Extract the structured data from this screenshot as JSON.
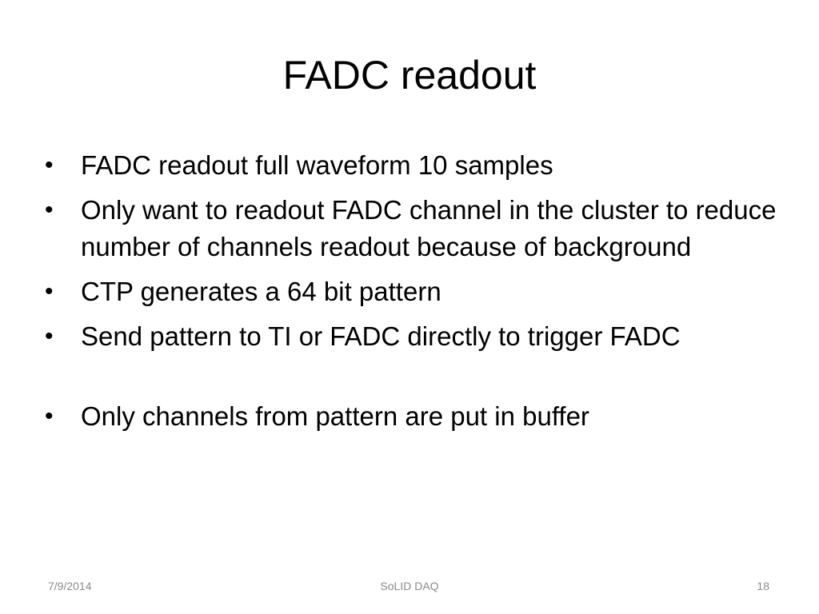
{
  "slide": {
    "title": "FADC readout",
    "bullets": [
      "FADC readout full waveform 10 samples",
      "Only want to readout FADC channel in the cluster to reduce number of channels readout because of background",
      "CTP generates a 64 bit pattern",
      "Send pattern to TI or FADC directly to trigger FADC",
      "Only channels from pattern are put in buffer"
    ],
    "bullet_symbol": "•"
  },
  "footer": {
    "date": "7/9/2014",
    "center": "SoLID DAQ",
    "page_number": "18"
  },
  "colors": {
    "background": "#ffffff",
    "text": "#000000",
    "footer_text": "#8a8a8a"
  }
}
